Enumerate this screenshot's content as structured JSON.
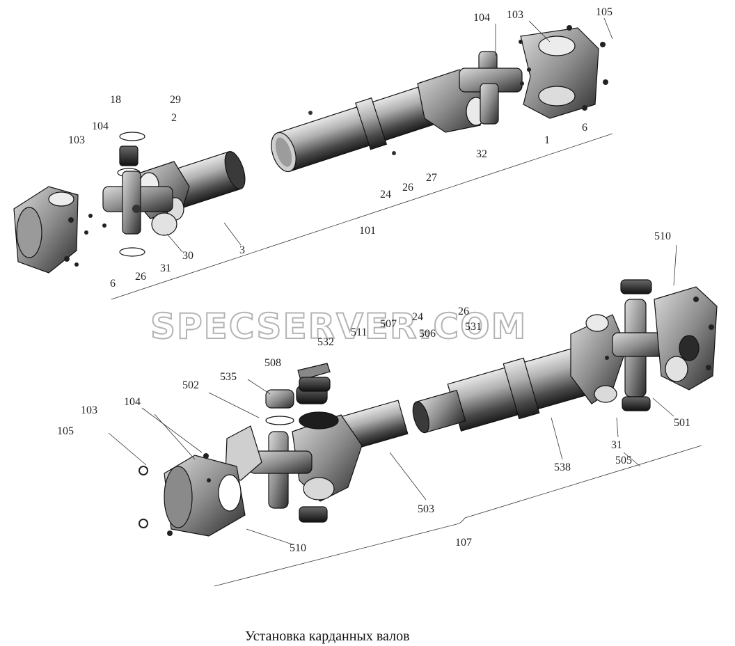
{
  "caption": "Установка карданных валов",
  "watermark": "SPECSERVER.COM",
  "labels": {
    "l104a": "104",
    "l103a": "103",
    "l105a": "105",
    "l1": "1",
    "l6a": "6",
    "l32": "32",
    "l27": "27",
    "l26a": "26",
    "l24a": "24",
    "l101": "101",
    "l18": "18",
    "l29": "29",
    "l2": "2",
    "l104b": "104",
    "l103b": "103",
    "l30": "30",
    "l3": "3",
    "l31a": "31",
    "l26b": "26",
    "l6b": "6",
    "l510a": "510",
    "l26c": "26",
    "l24b": "24",
    "l531": "531",
    "l506": "506",
    "l507": "507",
    "l511": "511",
    "l532": "532",
    "l508": "508",
    "l535": "535",
    "l502": "502",
    "l104c": "104",
    "l103c": "103",
    "l105b": "105",
    "l501": "501",
    "l31b": "31",
    "l538": "538",
    "l505": "505",
    "l503": "503",
    "l510b": "510",
    "l107": "107"
  },
  "colors": {
    "ink": "#111111",
    "metal_light": "#bdbdbd",
    "metal_mid": "#7a7a7a",
    "metal_dark": "#2a2a2a"
  }
}
